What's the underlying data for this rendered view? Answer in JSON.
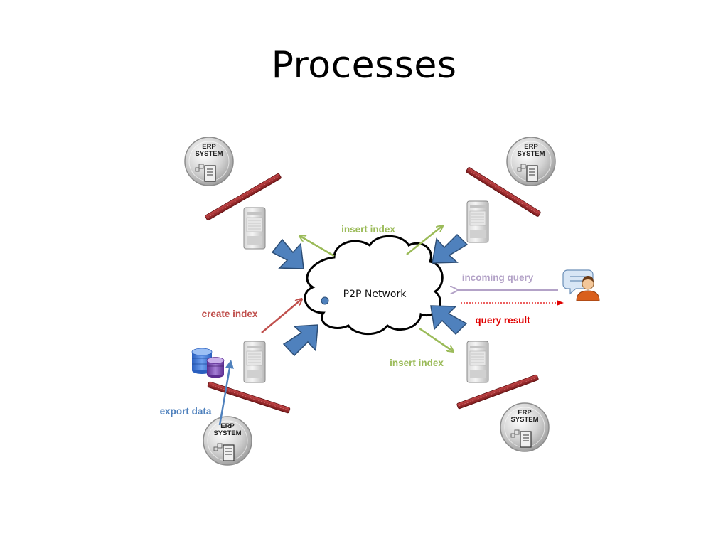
{
  "slide": {
    "title": "Processes"
  },
  "diagram": {
    "cloud_label": "P2P Network",
    "erp_line1": "ERP",
    "erp_line2": "SYSTEM",
    "labels": {
      "insert_index_top": "insert index",
      "insert_index_bottom": "insert index",
      "incoming_query": "incoming query",
      "query_result": "query result",
      "create_index": "create index",
      "export_data": "export data"
    },
    "colors": {
      "green": "#9bbb59",
      "purple": "#b3a2c7",
      "red_label": "#e00000",
      "create_red": "#c0504d",
      "blue_arrow": "#4f81bd",
      "export_blue": "#4f81bd",
      "firewall": "#a0282a"
    },
    "icons": [
      "erp-system-icon",
      "server-tower-icon",
      "firewall-icon",
      "database-icon",
      "user-chat-icon",
      "cloud-icon"
    ]
  }
}
